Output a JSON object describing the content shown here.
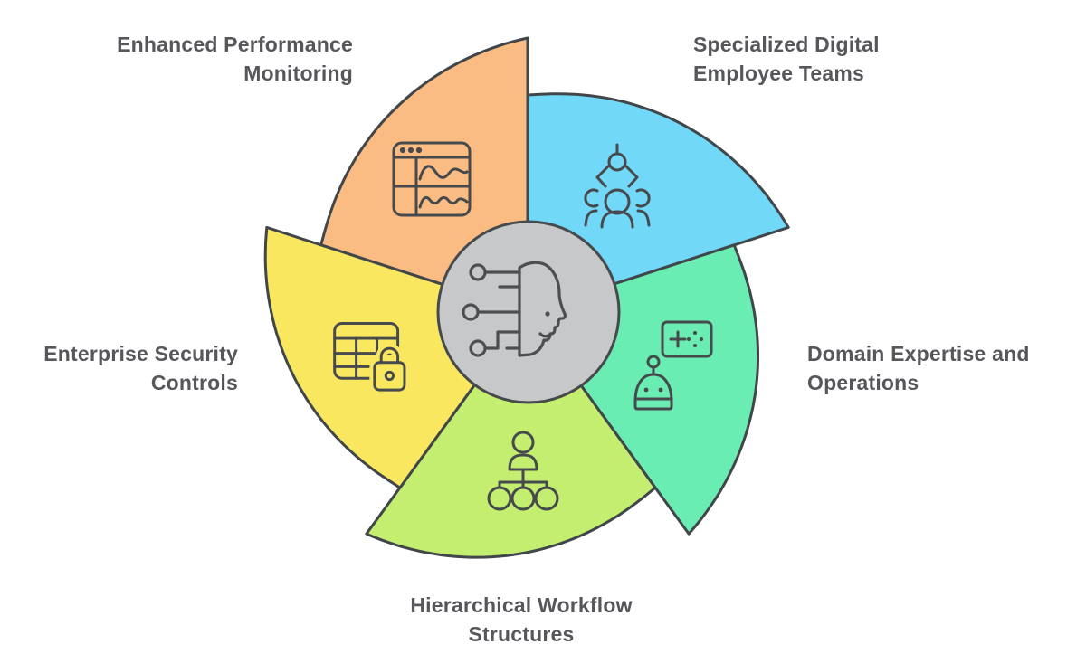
{
  "diagram": {
    "name": "Digital employee pinwheel diagram",
    "background": "#ffffff",
    "stroke_color": "#41464A",
    "icon_stroke_color": "#464A4D",
    "text_color": "#56575B",
    "center": {
      "icon": "ai-head-icon",
      "fill": "#C7C8CA",
      "stroke": "#474A4C"
    },
    "segments": [
      {
        "label": "Enhanced Performance\nMonitoring",
        "color": "#FBBC83",
        "icon": "performance-monitor-icon",
        "position": "top-left",
        "tip_angle": 270
      },
      {
        "label": "Specialized Digital\nEmployee Teams",
        "color": "#71D8F7",
        "icon": "claw-team-icon",
        "position": "top-right",
        "tip_angle": 342
      },
      {
        "label": "Domain Expertise and\nOperations",
        "color": "#6AEDB3",
        "icon": "robot-controller-icon",
        "position": "right",
        "tip_angle": 54
      },
      {
        "label": "Hierarchical Workflow\nStructures",
        "color": "#C4EE6F",
        "icon": "org-chart-icon",
        "position": "bottom",
        "tip_angle": 126
      },
      {
        "label": "Enterprise Security\nControls",
        "color": "#F8E75F",
        "icon": "table-lock-icon",
        "position": "left",
        "tip_angle": 198
      }
    ]
  }
}
